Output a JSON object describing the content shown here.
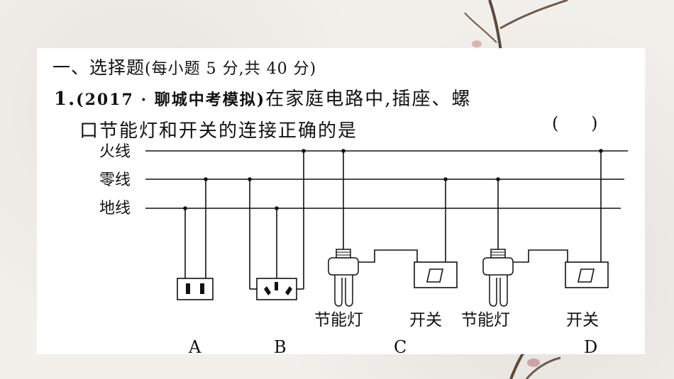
{
  "section_title": "一、选择题",
  "section_score": "(每小题 5 分,共 40 分)",
  "question": {
    "number": "1.",
    "source": "(2017 · 聊城中考模拟)",
    "text_line1": "在家庭电路中,插座、螺",
    "text_line2": "口节能灯和开关的连接正确的是",
    "answer_bracket": "(      )"
  },
  "wires": {
    "live": "火线",
    "neutral": "零线",
    "ground": "地线"
  },
  "component_labels": {
    "lamp_c": "节能灯",
    "switch_c": "开关",
    "lamp_d": "节能灯",
    "switch_d": "开关"
  },
  "options": [
    "A",
    "B",
    "C",
    "D"
  ]
}
